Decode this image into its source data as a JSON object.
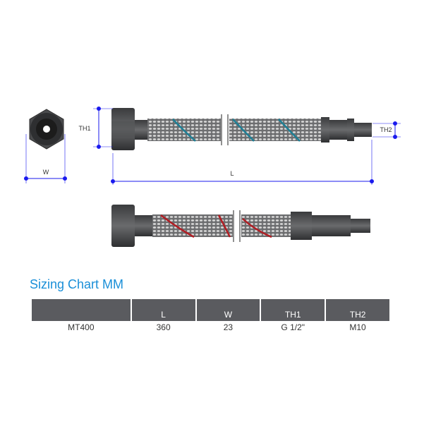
{
  "diagram": {
    "dimension_labels": {
      "w": "W",
      "th1": "TH1",
      "l": "L",
      "th2": "TH2"
    },
    "colors": {
      "dimension": "#1a1aee",
      "stripe_top": "#1f7f95",
      "stripe_bottom": "#b01e24",
      "accent": "#1a8fd8",
      "header": "#5a5b5f"
    }
  },
  "sizing_chart": {
    "title": "Sizing Chart MM",
    "headers": [
      "",
      "L",
      "W",
      "TH1",
      "TH2"
    ],
    "rows": [
      [
        "MT400",
        "360",
        "23",
        "G 1/2\"",
        "M10"
      ]
    ]
  }
}
